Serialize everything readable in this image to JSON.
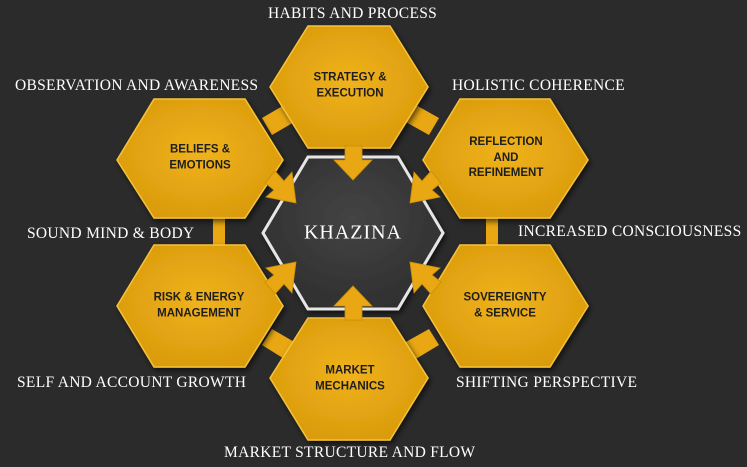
{
  "center": {
    "label": "KHAZINA"
  },
  "hexagons": [
    {
      "id": "strategy",
      "label": "STRATEGY &\nEXECUTION"
    },
    {
      "id": "beliefs",
      "label": "BELIEFS &\nEMOTIONS"
    },
    {
      "id": "reflection",
      "label": "REFLECTION\nAND\nREFINEMENT"
    },
    {
      "id": "risk",
      "label": "RISK & ENERGY\nMANAGEMENT"
    },
    {
      "id": "sovereignty",
      "label": "SOVEREIGNTY\n& SERVICE"
    },
    {
      "id": "market",
      "label": "MARKET\nMECHANICS"
    }
  ],
  "outer_labels": {
    "top": "HABITS AND PROCESS",
    "upper_left": "OBSERVATION AND AWARENESS",
    "upper_right": "HOLISTIC COHERENCE",
    "mid_left": "SOUND MIND & BODY",
    "mid_right": "INCREASED CONSCIOUSNESS",
    "lower_left": "SELF AND ACCOUNT GROWTH",
    "lower_right": "SHIFTING PERSPECTIVE",
    "bottom": "MARKET STRUCTURE AND FLOW"
  },
  "colors": {
    "background": "#2b2b2b",
    "hexagon_fill": "#e8a713",
    "hexagon_edge": "#f5c23a",
    "center_fill": "#3a3a3a",
    "center_border": "#e6e6e6",
    "text_dark": "#1e1e1e",
    "text_light": "#ffffff"
  }
}
